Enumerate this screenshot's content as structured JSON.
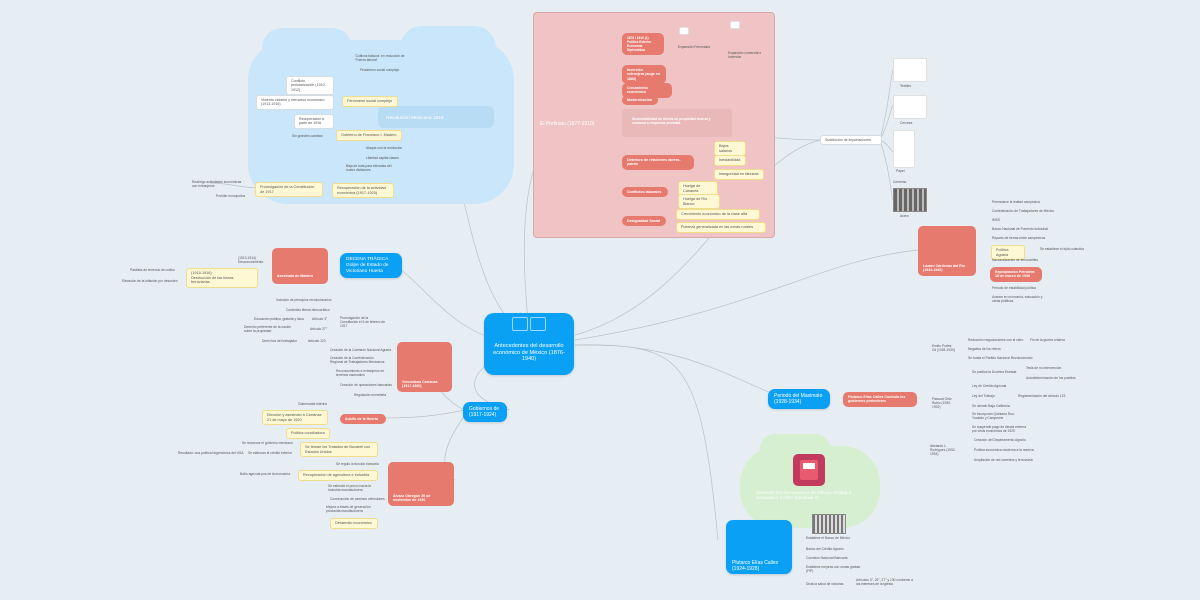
{
  "central": {
    "title": "Antecedentes del desarrollo económico de México (1876-1940)"
  },
  "porfiriato": {
    "title": "El Porfiriato (1877-1910)",
    "n1": "1876 / 1910 (1)\nPolítica Exterior\nEconomía Diplomática",
    "n1_child": "Expansión Ferroviaria",
    "n1_child2": "Expansión comercial e Inversión",
    "n2": "Inversión extranjera (auge en 1880)",
    "n3": "Crecimiento económico",
    "n4": "Modernización",
    "n5": "Sustentabilidad de tierras de propiedad federal y comunal a empresas privadas",
    "n6": "Deterioro de relaciones obrero-patrón",
    "n6_c1": "Bajos salarios",
    "n6_c2": "Inestabilidad",
    "n6_c3": "Inseguridad en fábricas",
    "n7": "Conflictos laborales",
    "n7_c1": "Huelga de Cananea",
    "n7_c2": "Huelga de Río Blanco",
    "n8": "Desigualdad Social",
    "n8_c1": "Crecimiento económico de la clase alta",
    "n8_c2": "Pobreza generalizada en las zonas rurales"
  },
  "exportaciones": {
    "title": "Sustitución de importaciones",
    "items": [
      "Textiles",
      "Cerveza",
      "Papel",
      "Cemento",
      "Acero"
    ]
  },
  "revolucion": {
    "title": "Revolución Mexicana 1910",
    "c1": "'Cultivos básicos' en reducción de 'Fuerza laboral'",
    "c2": "Fenómeno social complejo",
    "c3_parent": "Fenómeno social complejo",
    "c3_a": "Conflicto prolotarización (1910-1912)",
    "c3_b": "Violento violento y retroceso económico (1913-1916)",
    "c4": "Recuperación a partir de 1916",
    "c5": "Gobierno de Francisco I. Madero",
    "c5_left": "Sin grandes cambios",
    "c5_a": "Ataque con la revolución",
    "c5_b": "Libertad capital clases",
    "c5_c": "Baja de toda para elevadas del cuatro divisiones",
    "prot": "Promulgación de la Constitución de 1917",
    "prot_l1": "Reabrigo actividades económicas con extranjeros",
    "prot_l2": "Prohibir monopolios",
    "recup": "Recuperación de la actividad económica (1917-1920)"
  },
  "madero": {
    "title": "Asesinato de Madero",
    "decena": "DECENA TRÁGICA Golpe de Estado de Victoriano Huerta",
    "c1": "(1913-1914)\nDesconocimiento",
    "c2": "(1915-1916)\nDestrucción de las líneas ferroviarias",
    "l1": "Parálisis de terrenos de cultivo",
    "l2": "Elevación de la inflación por desorden"
  },
  "gobiernos": {
    "title": "Gobiernos de (1917-1924)"
  },
  "carranza": {
    "title": "Venustiano Carranza (1917-1920)",
    "l1": "Inclusión de principios revolucionarios",
    "l2": "Contenido liberal democrático",
    "l3": "Promulgación de la Constitución el 5 de febrero de 1917",
    "l3a": "Artículo 3°",
    "l3b": "Artículo 27°",
    "l3c": "Artículo 123",
    "l3a_l": "Educación pública, gratuita y laica",
    "l3b_l": "Derecho preferente de la nación sobre la propiedad",
    "l3c_l": "Derechos del trabajador",
    "l4": "Creación de la Comisión Nacional Agraria",
    "l5": "Creación de la Confederación Regional de Trabajadores Mexicanos",
    "l6": "Reconocimiento a extranjeros en terrenos nacionales",
    "l7": "Creación de operaciones bancarias",
    "l8": "Regulación monetaria"
  },
  "delahuerta": {
    "title": "Adolfo de la Huerta",
    "c1": "Elección y asesinato a Carranza 21 de mayo de 1920",
    "c2": "Política conciliadora",
    "top": "Gobernante interino"
  },
  "obregon": {
    "title": "Álvaro Obregón 30 de noviembre de 1920",
    "c1": "Se firman los Tratados de Bucareli con Estados Unidos",
    "c1_l1": "Se reconoce el gobierno mexicano",
    "c1_l2": "Se elaboran el crédito exterior",
    "c1_l3": "Resultado: una política hegemónica del USA",
    "c2": "Recuperación de agricultura e industria",
    "c2_l": "Baño agrícola pos de la economía",
    "c2_a": "Se regulo la función bancaria",
    "c2_b": "Se estimuló el precio hacia la industria manufacturera",
    "c2_c": "Construcción de caminos vehiculares",
    "c2_d": "Mejora a través de generación producida manufacturera",
    "c3": "Desarrollo económico"
  },
  "calles": {
    "title": "Plutarco Elías Calles (1924-1928)",
    "l1": "Establece el Banco de México",
    "l2": "Banco del Crédito Agrario",
    "l3": "Comisión Nacional Bancaria",
    "l4": "Establece mejoras con zonas grabas (FIP)",
    "l5": "Dicta la salud de victorias",
    "l5_r": "Artículos 3°, 25°, 27° y 130 conforme a los intereses de la iglesia"
  },
  "contexto": {
    "title": "Contexto Socioeconómico de México Unidad 1 Actividad 1 Colfire Sandoval G."
  },
  "maximato": {
    "title": "Periodo del Maximato (1928-1934)",
    "red": "Plutarco Elías Calles Controla los gobiernos protectores",
    "a": "Emilio Portes Gil (1928-1930)",
    "a1": "Reducción negociaciones con el clero",
    "a1r": "Fin de la guerra cristera",
    "a2": "Negativa de los reinos",
    "a3": "Se funda el Partido Nacional Revolucionario",
    "b": "Pascual Ortiz Rubio (1930-1932)",
    "b1": "Se publica la Doctrina Estrada",
    "b1r": "Tesis de no intervención",
    "b1r2": "Autodeterminación de los pueblos",
    "b2": "Ley de Crédito Agrícola",
    "b3": "Ley del Trabajo",
    "b3r": "Reglamentación del artículo 123",
    "b4": "Se derrotó Baja California",
    "b5": "Se incorporan Quintana Roo, Yucatán y Campeche",
    "b6": "Se suspende pago de deuda externa por crisis económica de 1929",
    "c": "Abelardo L. Rodríguez (1932-1934)",
    "c1": "Creación del Departamento Agrario",
    "c2": "Política económica moderna a la reserva",
    "c3": "Ampliación de red carretera y ferroviaria"
  },
  "cardenas": {
    "title": "Lázaro Cárdenas del Río (1934-1940)",
    "l1": "Permanece la lealtad campesina",
    "l2": "Confederación de Trabajadores de México",
    "l3": "IMSS",
    "l4": "Banco Nacional de Fomento Industrial",
    "l5": "Reparto de tierras entre campesinos",
    "l6": "Política Agraria",
    "l6r": "Se establece el ejido colectivo",
    "l7": "Nacionalización de ferrocarriles",
    "l8": "Expropiación Petrolera 18 de marzo de 1938",
    "l9": "Periodo de estabilidad política",
    "l10": "Avance en economía, educación y obras públicas"
  },
  "colors": {
    "blue": "#0aa1f5",
    "red": "#e67a6e",
    "porfiriato_bg": "#f0c4c4",
    "cloud_blue": "#c9e6fb",
    "cloud_green": "#d5efd0"
  }
}
